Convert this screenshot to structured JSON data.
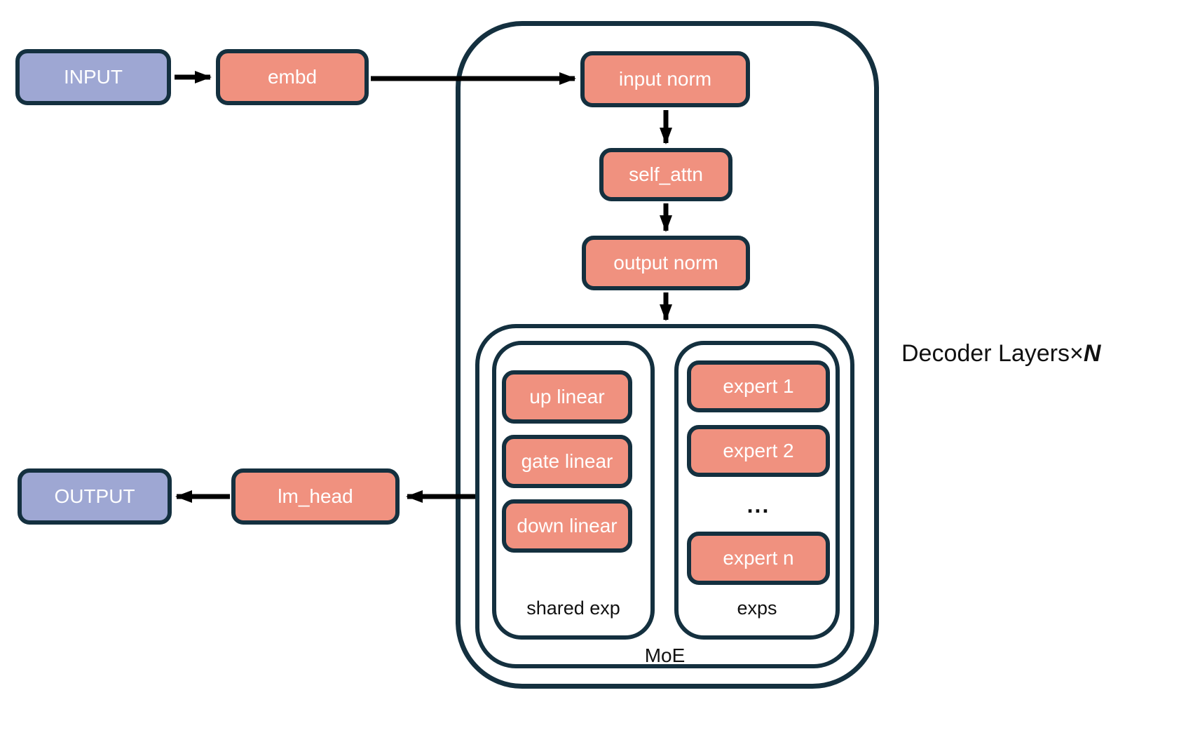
{
  "diagram": {
    "nodes": {
      "input": "INPUT",
      "embd": "embd",
      "input_norm": "input norm",
      "self_attn": "self_attn",
      "output_norm": "output norm",
      "up_linear": "up linear",
      "gate_linear": "gate linear",
      "down_linear": "down linear",
      "expert_1": "expert 1",
      "expert_2": "expert 2",
      "expert_dots": "...",
      "expert_n": "expert n",
      "lm_head": "lm_head",
      "output": "OUTPUT"
    },
    "labels": {
      "shared_exp": "shared exp",
      "exps": "exps",
      "moe": "MoE",
      "decoder_prefix": "Decoder Layers",
      "decoder_times": "×",
      "decoder_n": "N"
    },
    "colors": {
      "node_fill": "#f0917f",
      "io_fill": "#9ea7d3",
      "border": "#14303f",
      "arrow": "#000000",
      "text_light": "#ffffff",
      "text_dark": "#111111"
    }
  }
}
